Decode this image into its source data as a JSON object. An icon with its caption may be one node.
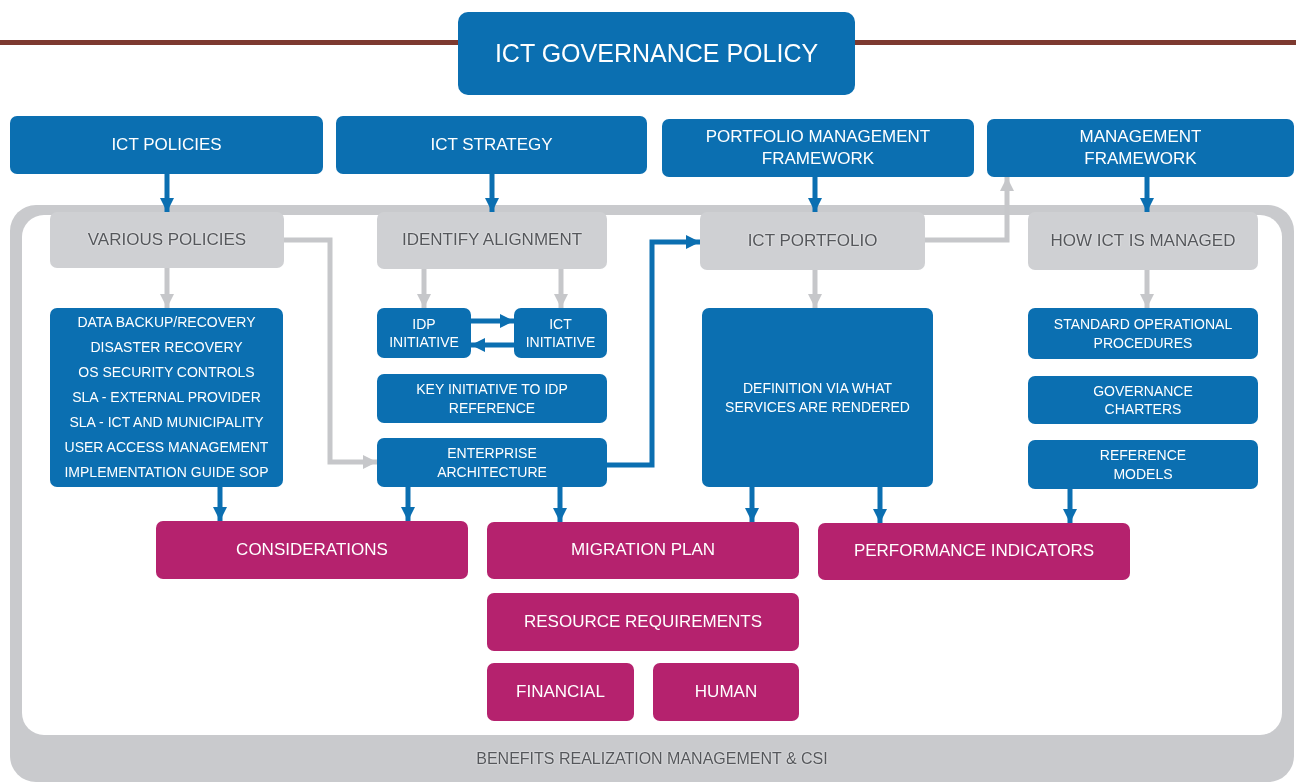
{
  "diagram": {
    "nodes": [
      {
        "text": [
          "ICT GOVERNANCE POLICY"
        ]
      },
      {
        "text": [
          "ICT POLICIES"
        ]
      },
      {
        "text": [
          "ICT STRATEGY"
        ]
      },
      {
        "text": [
          "PORTFOLIO MANAGEMENT FRAMEWORK"
        ]
      },
      {
        "text": [
          "MANAGEMENT FRAMEWORK"
        ]
      },
      {
        "text": [
          "BENEFITS REALIZATION MANAGEMENT & CSI"
        ]
      },
      {
        "text": [
          "VARIOUS POLICIES"
        ],
        "in": 5
      },
      {
        "text": [
          "DATA BACKUP/RECOVERY",
          "DISASTER RECOVERY",
          "OS SECURITY CONTROLS",
          "SLA - EXTERNAL PROVIDER",
          "SLA - ICT AND MUNICIPALITY",
          "USER ACCESS MANAGEMENT",
          "IMPLEMENTATION GUIDE SOP"
        ],
        "in": 5
      },
      {
        "text": [
          "IDENTIFY ALIGNMENT"
        ],
        "in": 5
      },
      {
        "text": [
          "IDP INITIATIVE"
        ],
        "in": 5
      },
      {
        "text": [
          "ICT INITIATIVE"
        ],
        "in": 5
      },
      {
        "text": [
          "KEY INITIATIVE TO IDP REFERENCE"
        ],
        "in": 5
      },
      {
        "text": [
          "ENTERPRISE ARCHITECTURE"
        ],
        "in": 5
      },
      {
        "text": [
          "ICT PORTFOLIO"
        ],
        "in": 5
      },
      {
        "text": [
          "DEFINITION VIA WHAT SERVICES ARE RENDERED"
        ],
        "in": 5
      },
      {
        "text": [
          "HOW ICT IS MANAGED"
        ],
        "in": 5
      },
      {
        "text": [
          "STANDARD OPERATIONAL PROCEDURES"
        ],
        "in": 5
      },
      {
        "text": [
          "GOVERNANCE CHARTERS"
        ],
        "in": 5
      },
      {
        "text": [
          "REFERENCE MODELS"
        ],
        "in": 5
      },
      {
        "text": [
          "CONSIDERATIONS"
        ],
        "in": 5
      },
      {
        "text": [
          "MIGRATION PLAN"
        ],
        "in": 5
      },
      {
        "text": [
          "PERFORMANCE INDICATORS"
        ],
        "in": 5
      },
      {
        "text": [
          "RESOURCE REQUIREMENTS"
        ],
        "in": 5
      },
      {
        "text": [
          "FINANCIAL"
        ],
        "in": 5
      },
      {
        "text": [
          "HUMAN"
        ],
        "in": 5
      }
    ],
    "edges": [
      {
        "from": 1,
        "to": 6,
        "arrow": "to"
      },
      {
        "from": 2,
        "to": 8,
        "arrow": "to"
      },
      {
        "from": 3,
        "to": 13,
        "arrow": "to"
      },
      {
        "from": 4,
        "to": 15,
        "arrow": "to"
      },
      {
        "from": 6,
        "to": 7,
        "arrow": "to",
        "color": "#c6c7ca"
      },
      {
        "from": 8,
        "to": 9,
        "arrow": "to",
        "color": "#c6c7ca"
      },
      {
        "from": 8,
        "to": 10,
        "arrow": "to",
        "color": "#c6c7ca"
      },
      {
        "from": 9,
        "to": 10,
        "arrow": "to"
      },
      {
        "from": 10,
        "to": 9,
        "arrow": "to"
      },
      {
        "from": 6,
        "to": 12,
        "arrow": "to",
        "color": "#c6c7ca"
      },
      {
        "from": 12,
        "to": 13,
        "arrow": "to"
      },
      {
        "from": 13,
        "to": 4,
        "arrow": "to",
        "color": "#c6c7ca"
      },
      {
        "from": 13,
        "to": 14,
        "arrow": "to",
        "color": "#c6c7ca"
      },
      {
        "from": 15,
        "to": 16,
        "arrow": "to",
        "color": "#c6c7ca"
      },
      {
        "from": 7,
        "to": 19,
        "arrow": "to"
      },
      {
        "from": 12,
        "to": 19,
        "arrow": "to"
      },
      {
        "from": 12,
        "to": 20,
        "arrow": "to"
      },
      {
        "from": 14,
        "to": 20,
        "arrow": "to"
      },
      {
        "from": 14,
        "to": 21,
        "arrow": "to"
      },
      {
        "from": 18,
        "to": 21,
        "arrow": "to"
      }
    ]
  }
}
